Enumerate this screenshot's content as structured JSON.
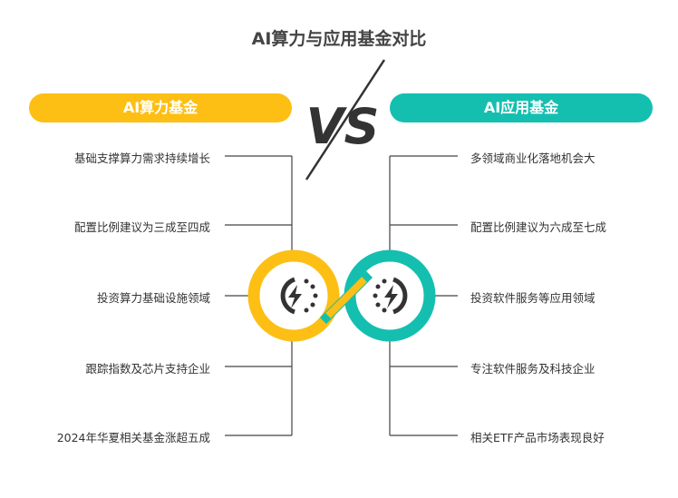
{
  "title": "AI算力与应用基金对比",
  "vs_label": "VS",
  "left": {
    "label": "AI算力基金",
    "color": "#FDBF14",
    "items": [
      "基础支撑算力需求持续增长",
      "配置比例建议为三成至四成",
      "投资算力基础设施领域",
      "跟踪指数及芯片支持企业",
      "2024年华夏相关基金涨超五成"
    ]
  },
  "right": {
    "label": "AI应用基金",
    "color": "#14BFB0",
    "items": [
      "多领域商业化落地机会大",
      "配置比例建议为六成至七成",
      "投资软件服务等应用领域",
      "专注软件服务及科技企业",
      "相关ETF产品市场表现良好"
    ]
  }
}
